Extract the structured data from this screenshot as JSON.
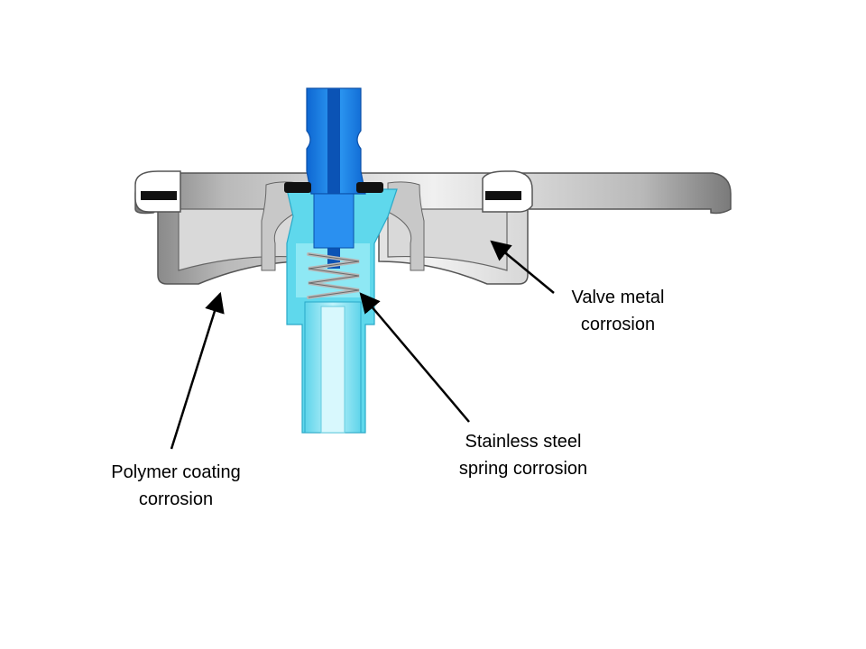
{
  "labels": {
    "valve_metal": {
      "line1": "Valve metal",
      "line2": "corrosion"
    },
    "spring": {
      "line1": "Stainless steel",
      "line2": "spring corrosion"
    },
    "polymer": {
      "line1": "Polymer coating",
      "line2": "corrosion"
    }
  },
  "colors": {
    "stem_blue": "#1a7fe0",
    "stem_dark": "#0d5fc0",
    "housing_cyan": "#66e0f0",
    "cup_gray": "#9a9a9a",
    "gasket": "#111111",
    "spring": "#b8b8b8"
  }
}
